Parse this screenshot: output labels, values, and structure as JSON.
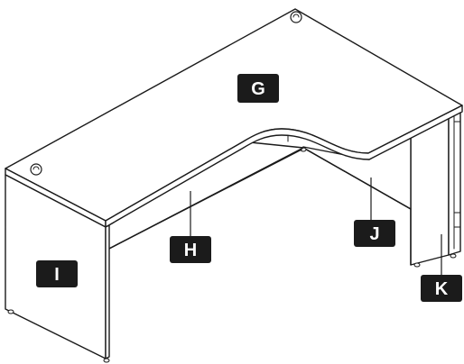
{
  "diagram": {
    "parts": [
      {
        "key": "top",
        "label": "G"
      },
      {
        "key": "modesty",
        "label": "H"
      },
      {
        "key": "left_panel",
        "label": "I"
      },
      {
        "key": "return_panel",
        "label": "J"
      },
      {
        "key": "right_leg",
        "label": "K"
      }
    ],
    "colors": {
      "line": "#1a1a1a",
      "tag_background": "#1b1b1b",
      "tag_text": "#ffffff",
      "surface": "#ffffff"
    }
  }
}
